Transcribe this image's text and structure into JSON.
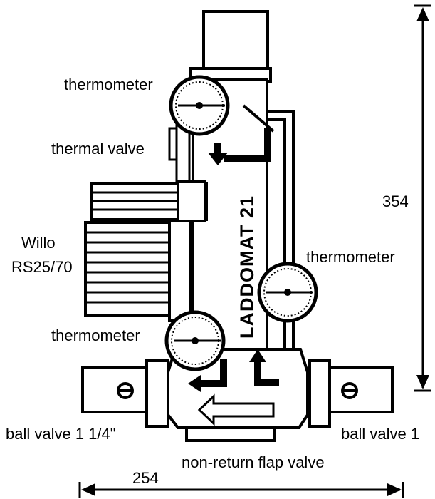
{
  "labels": {
    "thermometer_top": "thermometer",
    "thermal_valve": "thermal valve",
    "pump_name": "Willo",
    "pump_model": "RS25/70",
    "thermometer_right": "thermometer",
    "thermometer_bottom": "thermometer",
    "ball_valve_left": "ball valve 1 1/4\"",
    "ball_valve_right": "ball valve 1",
    "non_return": "non-return flap valve",
    "product": "LADDOMAT 21"
  },
  "dimensions": {
    "height": "354",
    "width": "254"
  }
}
